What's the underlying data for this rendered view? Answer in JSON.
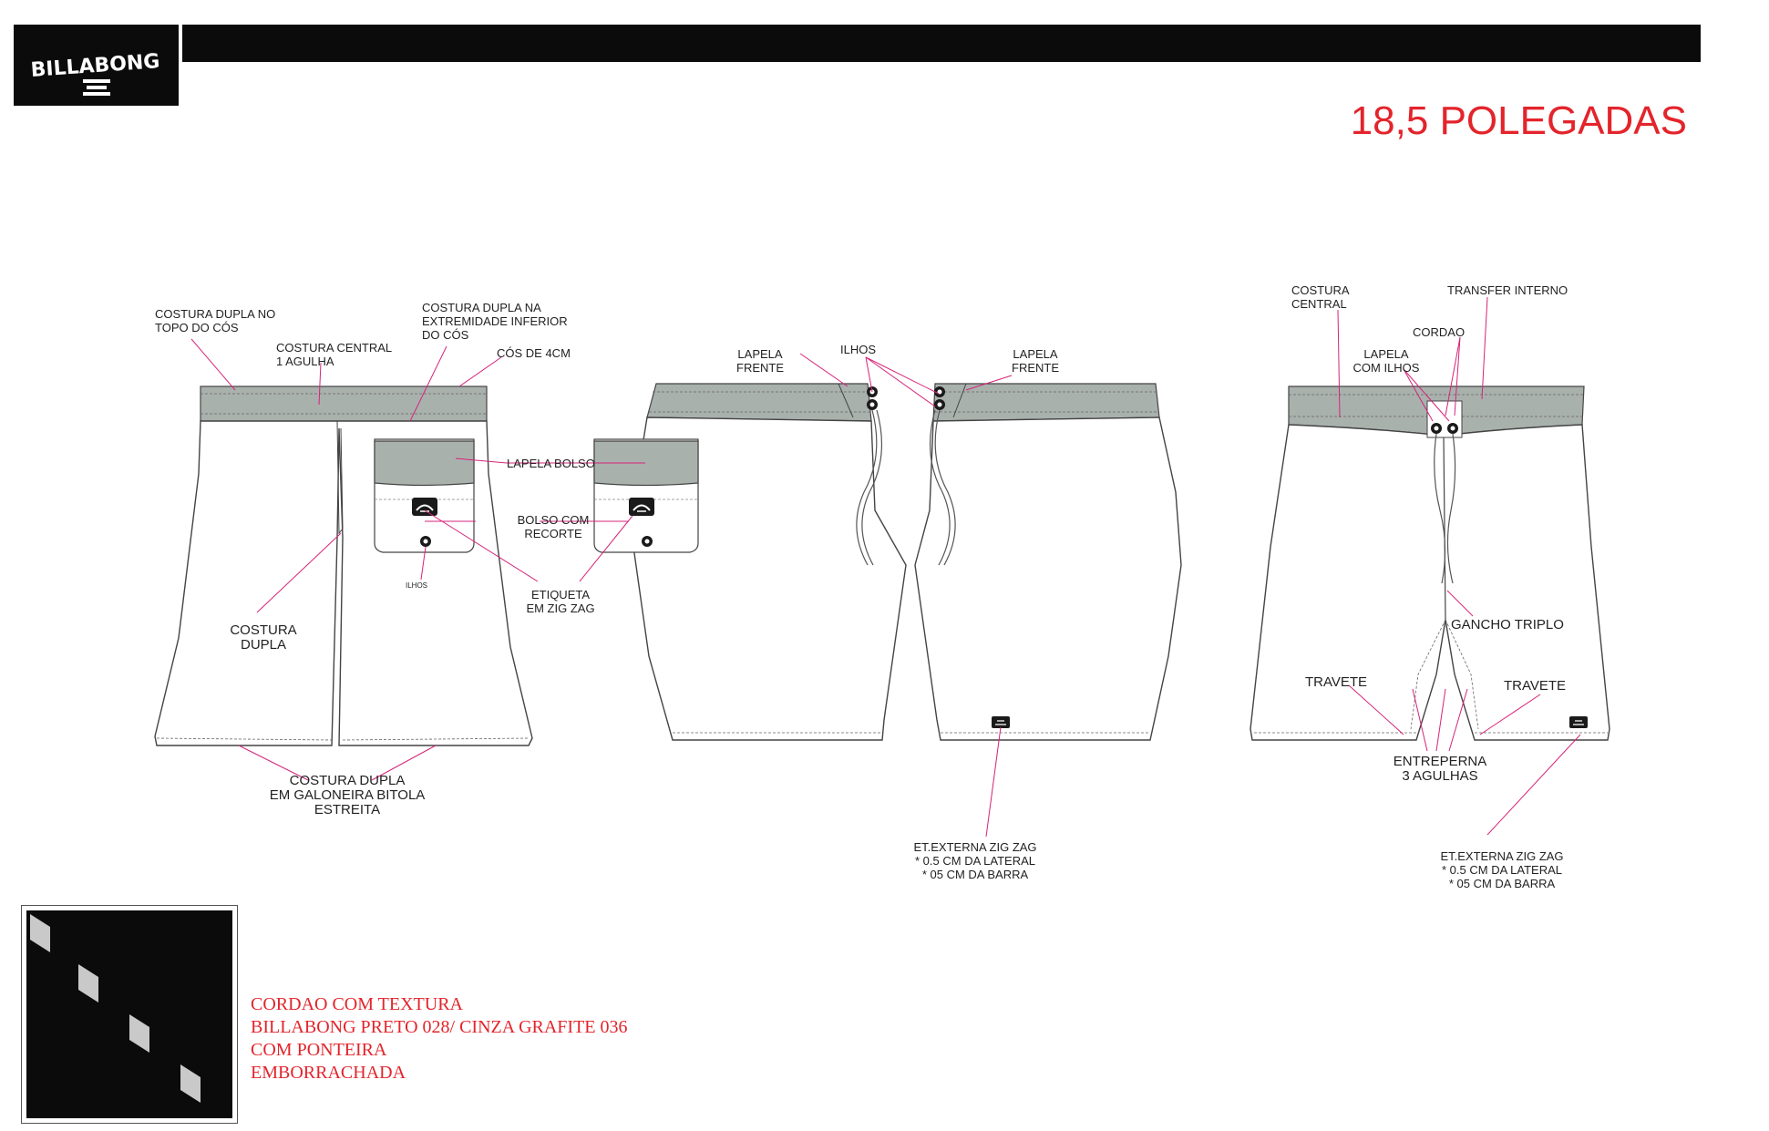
{
  "brand": {
    "logo_text": "BILLABONG"
  },
  "header": {
    "size_title": "18,5 POLEGADAS"
  },
  "colors": {
    "accent_red": "#e3242b",
    "callout_line": "#d6247a",
    "waistband_gray": "#a9b1ad",
    "header_black": "#0b0b0b"
  },
  "callouts": {
    "front": {
      "costura_dupla_topo": [
        "COSTURA DUPLA NO",
        "TOPO DO CÓS"
      ],
      "costura_central": [
        "COSTURA CENTRAL",
        "1 AGULHA"
      ],
      "costura_dupla_inferior": [
        "COSTURA DUPLA NA",
        "EXTREMIDADE INFERIOR",
        "DO CÓS"
      ],
      "cos_4cm": "CÓS DE 4CM",
      "lapela_bolso": "LAPELA BOLSO",
      "bolso_recorte": [
        "BOLSO COM",
        "RECORTE"
      ],
      "ilhos_small": "ILHOS",
      "etiqueta": [
        "ETIQUETA",
        "EM ZIG ZAG"
      ],
      "costura_dupla": [
        "COSTURA",
        "DUPLA"
      ],
      "costura_galoneira": [
        "COSTURA DUPLA",
        "EM GALONEIRA BITOLA",
        "ESTREITA"
      ]
    },
    "side": {
      "lapela_frente_left": [
        "LAPELA",
        "FRENTE"
      ],
      "ilhos": "ILHOS",
      "lapela_frente_right": [
        "LAPELA",
        "FRENTE"
      ],
      "et_externa": [
        "ET.EXTERNA ZIG ZAG",
        "* 0.5 CM DA LATERAL",
        "* 05 CM DA BARRA"
      ]
    },
    "back": {
      "costura_central": [
        "COSTURA",
        "CENTRAL"
      ],
      "transfer_interno": "TRANSFER INTERNO",
      "cordao": "CORDAO",
      "lapela_ilhos": [
        "LAPELA",
        "COM ILHOS"
      ],
      "gancho_triplo": "GANCHO TRIPLO",
      "travete_left": "TRAVETE",
      "travete_right": "TRAVETE",
      "entreperna": [
        "ENTREPERNA",
        "3 AGULHAS"
      ],
      "et_externa": [
        "ET.EXTERNA ZIG ZAG",
        "* 0.5 CM DA LATERAL",
        "* 05 CM DA BARRA"
      ]
    }
  },
  "notes": {
    "cord_lines": [
      "CORDAO COM TEXTURA",
      "BILLABONG PRETO 028/ CINZA GRAFITE 036",
      "COM PONTEIRA",
      "EMBORRACHADA"
    ]
  }
}
